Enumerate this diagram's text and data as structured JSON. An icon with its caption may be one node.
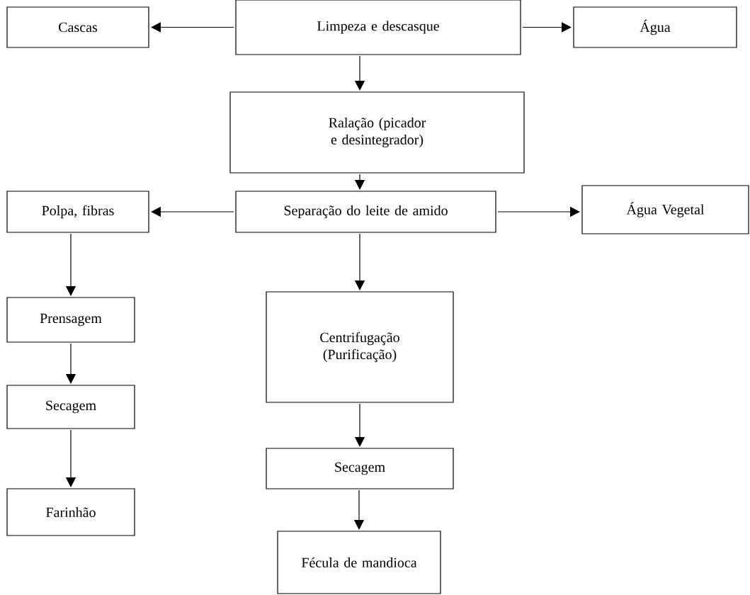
{
  "diagram": {
    "nodes": [
      {
        "text": [
          "Limpeza e descasque"
        ]
      },
      {
        "text": [
          "Cascas"
        ]
      },
      {
        "text": [
          "Água"
        ]
      },
      {
        "text": [
          "Ralação (picador e desintegrador)"
        ]
      },
      {
        "text": [
          "Polpa, fibras"
        ]
      },
      {
        "text": [
          "Separação do leite de amido"
        ]
      },
      {
        "text": [
          "Água Vegetal"
        ]
      },
      {
        "text": [
          "Prensagem"
        ]
      },
      {
        "text": [
          "Centrifugação (Purificação)"
        ]
      },
      {
        "text": [
          "Secagem"
        ]
      },
      {
        "text": [
          "Farinhão"
        ]
      },
      {
        "text": [
          "Secagem"
        ]
      },
      {
        "text": [
          "Fécula de mandioca"
        ]
      }
    ],
    "edges": [
      {
        "from": 0,
        "to": 1,
        "arrow": "to"
      },
      {
        "from": 0,
        "to": 2,
        "arrow": "to"
      },
      {
        "from": 0,
        "to": 3,
        "arrow": "to"
      },
      {
        "from": 3,
        "to": 5,
        "arrow": "to"
      },
      {
        "from": 5,
        "to": 4,
        "arrow": "to"
      },
      {
        "from": 5,
        "to": 6,
        "arrow": "to"
      },
      {
        "from": 4,
        "to": 7,
        "arrow": "to"
      },
      {
        "from": 7,
        "to": 9,
        "arrow": "to"
      },
      {
        "from": 9,
        "to": 10,
        "arrow": "to"
      },
      {
        "from": 5,
        "to": 8,
        "arrow": "to"
      },
      {
        "from": 8,
        "to": 11,
        "arrow": "to"
      },
      {
        "from": 11,
        "to": 12,
        "arrow": "to"
      }
    ]
  }
}
